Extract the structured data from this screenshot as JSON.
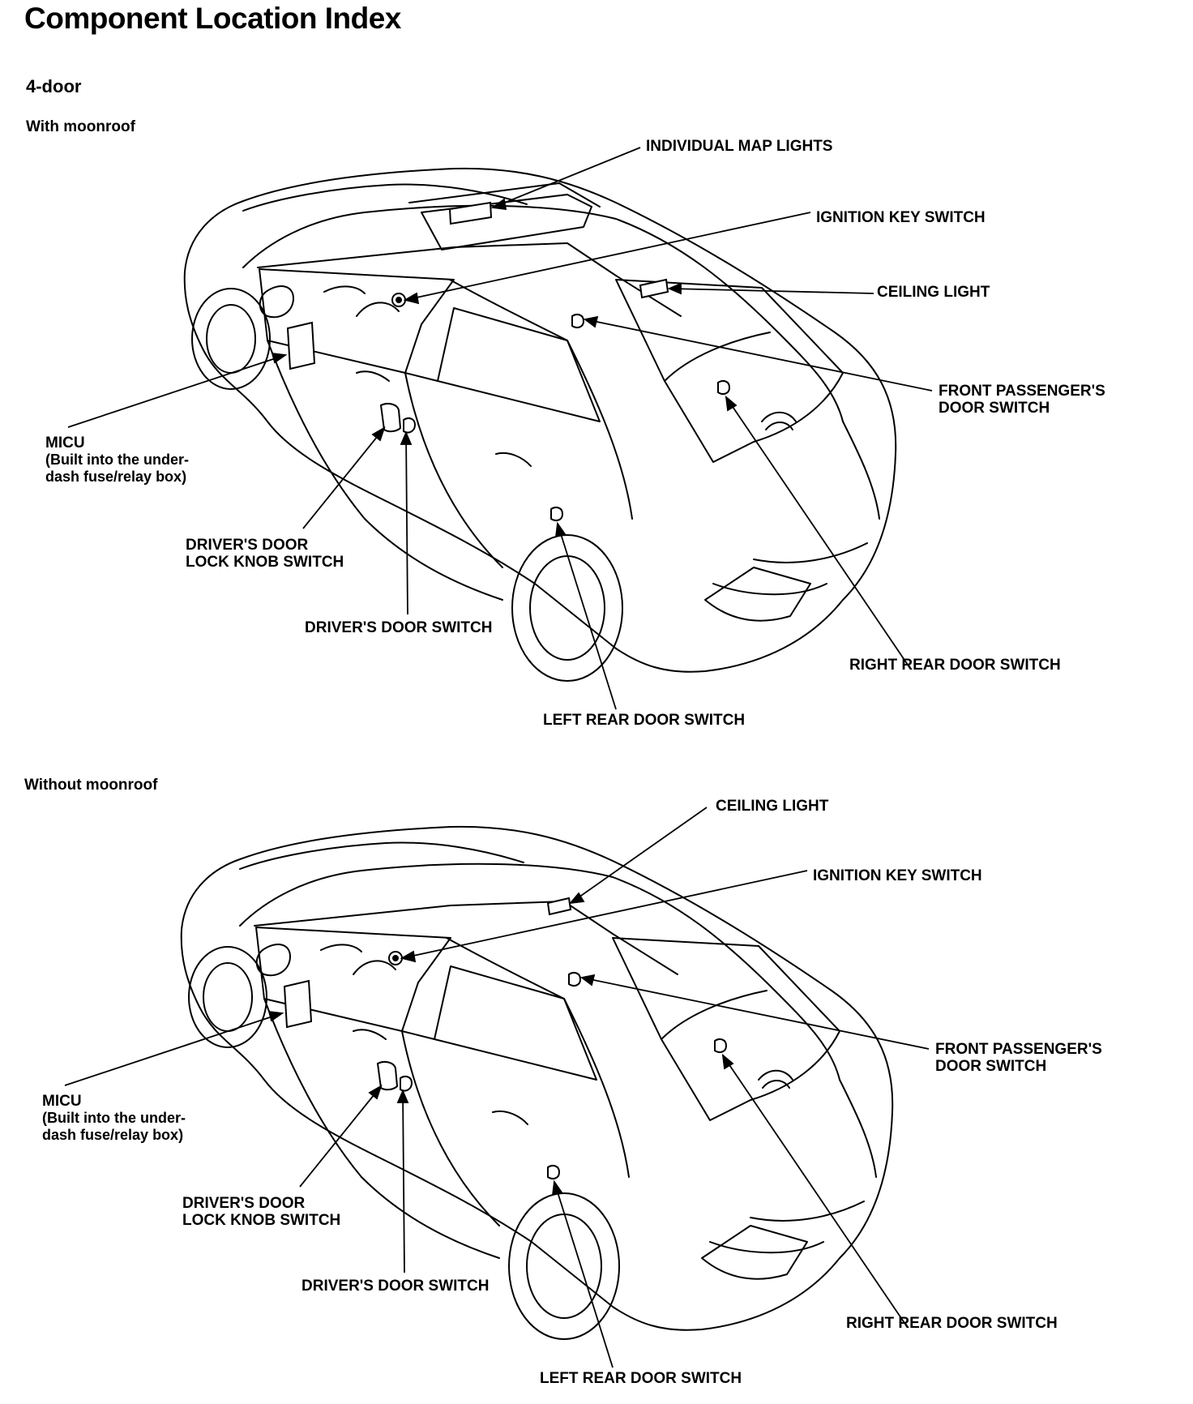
{
  "title": "Component Location Index",
  "subtitle": "4-door",
  "diagrams": [
    {
      "heading": "With moonroof",
      "labels": {
        "map_lights": "INDIVIDUAL MAP LIGHTS",
        "ignition": "IGNITION KEY SWITCH",
        "ceiling": "CEILING LIGHT",
        "front_pass_1": "FRONT PASSENGER'S",
        "front_pass_2": "DOOR SWITCH",
        "micu_1": "MICU",
        "micu_2": "(Built into the under-",
        "micu_3": "dash fuse/relay box)",
        "lock_knob_1": "DRIVER'S DOOR",
        "lock_knob_2": "LOCK KNOB SWITCH",
        "driver_door": "DRIVER'S DOOR SWITCH",
        "right_rear": "RIGHT REAR DOOR SWITCH",
        "left_rear": "LEFT REAR DOOR SWITCH"
      }
    },
    {
      "heading": "Without moonroof",
      "labels": {
        "ceiling": "CEILING LIGHT",
        "ignition": "IGNITION KEY SWITCH",
        "front_pass_1": "FRONT PASSENGER'S",
        "front_pass_2": "DOOR SWITCH",
        "micu_1": "MICU",
        "micu_2": "(Built into the under-",
        "micu_3": "dash fuse/relay box)",
        "lock_knob_1": "DRIVER'S DOOR",
        "lock_knob_2": "LOCK KNOB SWITCH",
        "driver_door": "DRIVER'S DOOR SWITCH",
        "right_rear": "RIGHT REAR DOOR SWITCH",
        "left_rear": "LEFT REAR DOOR SWITCH"
      }
    }
  ]
}
